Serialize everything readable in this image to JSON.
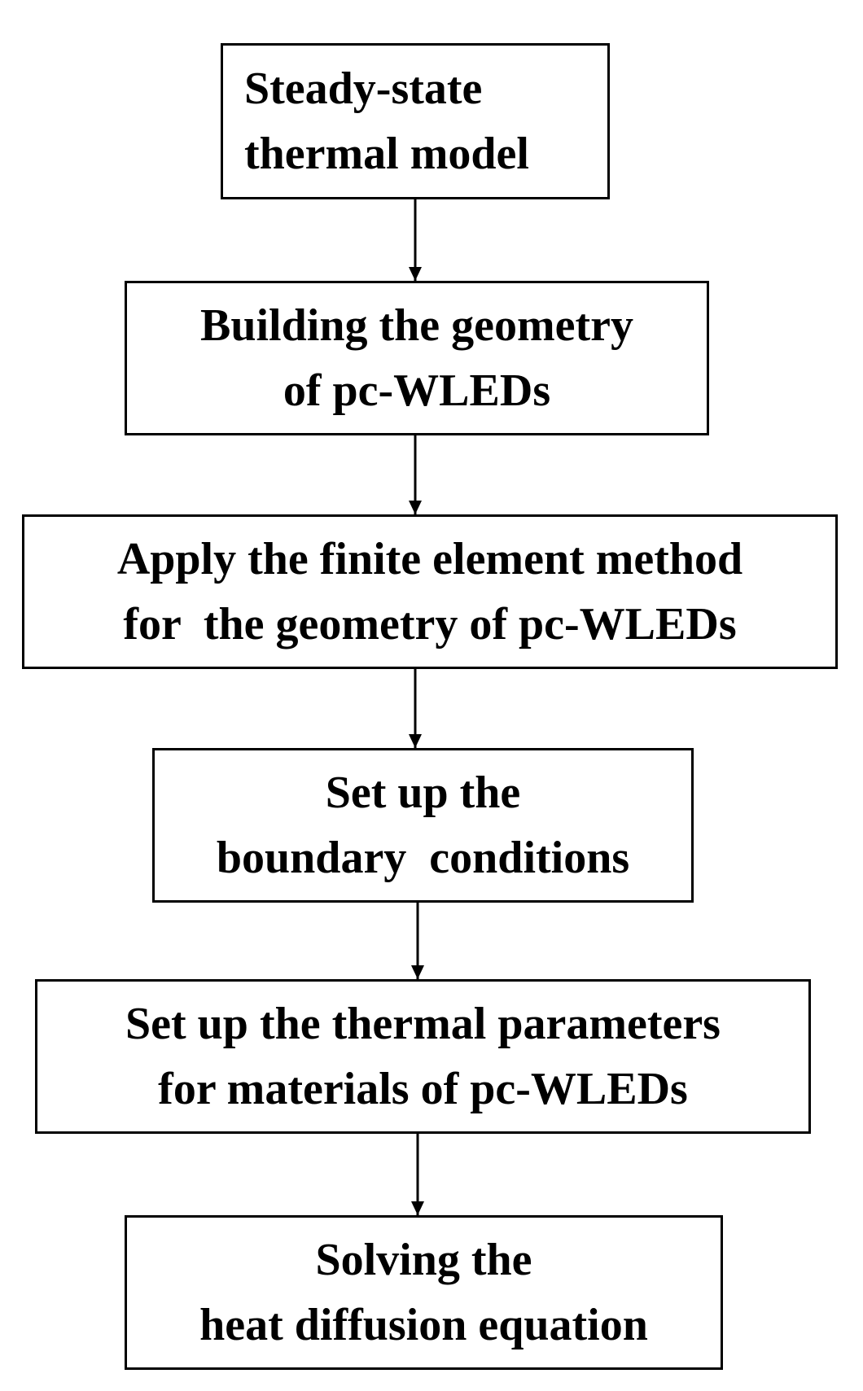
{
  "flowchart": {
    "steps": [
      {
        "lines": [
          "Steady-state",
          "thermal model"
        ]
      },
      {
        "lines": [
          "Building the geometry",
          "of pc-WLEDs"
        ]
      },
      {
        "lines": [
          "Apply the finite element method",
          "for  the geometry of pc-WLEDs"
        ]
      },
      {
        "lines": [
          "Set up the",
          "boundary  conditions"
        ]
      },
      {
        "lines": [
          "Set up the thermal parameters",
          "for materials of pc-WLEDs"
        ]
      },
      {
        "lines": [
          "Solving the",
          "heat diffusion equation"
        ]
      }
    ]
  },
  "colors": {
    "stroke": "#000000",
    "background": "#ffffff",
    "text": "#000000"
  }
}
